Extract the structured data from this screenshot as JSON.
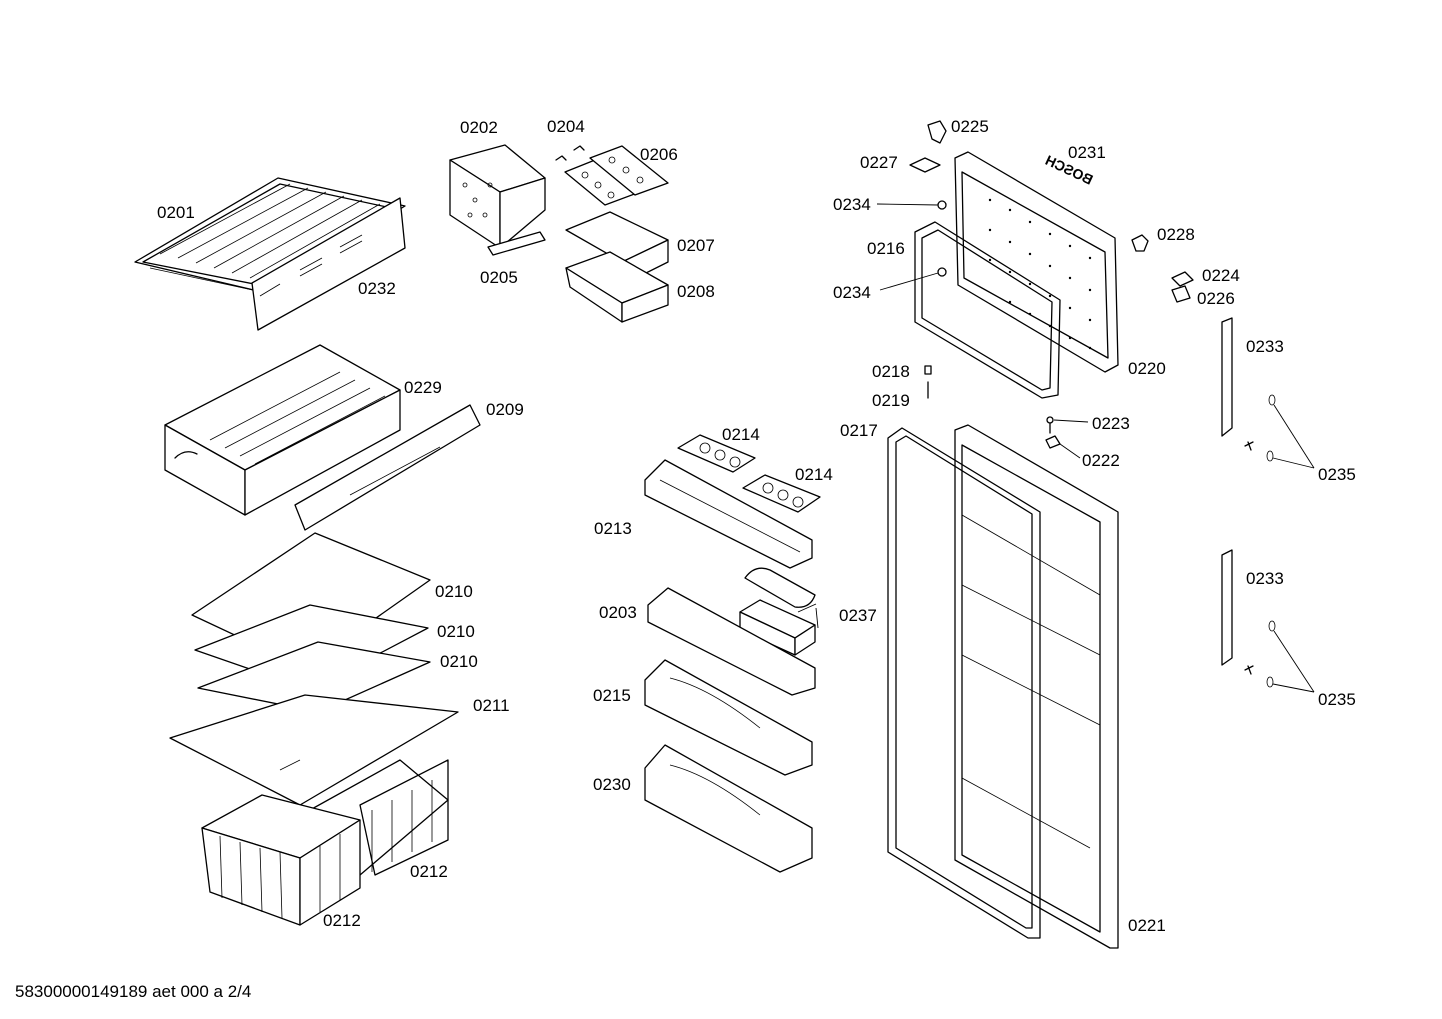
{
  "diagram": {
    "labels": {
      "p0201": "0201",
      "p0202": "0202",
      "p0203": "0203",
      "p0204": "0204",
      "p0205": "0205",
      "p0206": "0206",
      "p0207": "0207",
      "p0208": "0208",
      "p0209": "0209",
      "p0210a": "0210",
      "p0210b": "0210",
      "p0210c": "0210",
      "p0211": "0211",
      "p0212a": "0212",
      "p0212b": "0212",
      "p0213": "0213",
      "p0214a": "0214",
      "p0214b": "0214",
      "p0215": "0215",
      "p0216": "0216",
      "p0217": "0217",
      "p0218": "0218",
      "p0219": "0219",
      "p0220": "0220",
      "p0221": "0221",
      "p0222": "0222",
      "p0223": "0223",
      "p0224": "0224",
      "p0225": "0225",
      "p0226": "0226",
      "p0227": "0227",
      "p0228": "0228",
      "p0229": "0229",
      "p0230": "0230",
      "p0231": "0231",
      "p0232": "0232",
      "p0233a": "0233",
      "p0233b": "0233",
      "p0234a": "0234",
      "p0234b": "0234",
      "p0235a": "0235",
      "p0235b": "0235",
      "p0237": "0237"
    },
    "brand_text": "BOSCH",
    "footer": "58300000149189 aet 000 a 2/4"
  }
}
